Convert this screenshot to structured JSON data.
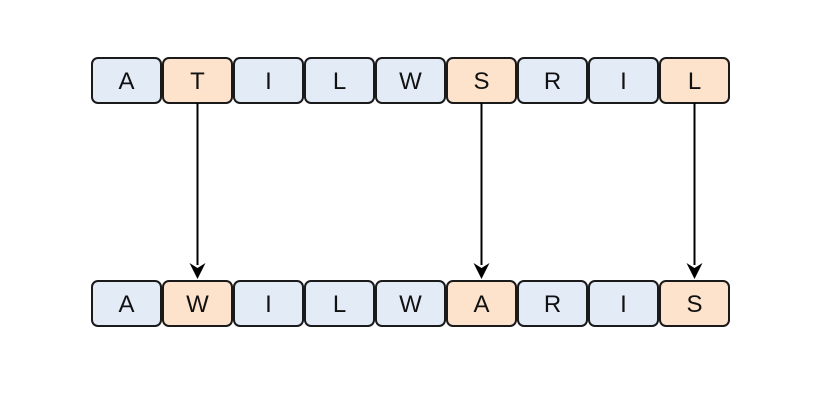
{
  "colors": {
    "unchanged_fill": "#e3ebf7",
    "changed_fill": "#fde3cc",
    "border": "#1a1a1a",
    "arrow": "#000000"
  },
  "top_row": {
    "cells": [
      {
        "letter": "A",
        "highlighted": false
      },
      {
        "letter": "T",
        "highlighted": true
      },
      {
        "letter": "I",
        "highlighted": false
      },
      {
        "letter": "L",
        "highlighted": false
      },
      {
        "letter": "W",
        "highlighted": false
      },
      {
        "letter": "S",
        "highlighted": true
      },
      {
        "letter": "R",
        "highlighted": false
      },
      {
        "letter": "I",
        "highlighted": false
      },
      {
        "letter": "L",
        "highlighted": true
      }
    ]
  },
  "bottom_row": {
    "cells": [
      {
        "letter": "A",
        "highlighted": false
      },
      {
        "letter": "W",
        "highlighted": true
      },
      {
        "letter": "I",
        "highlighted": false
      },
      {
        "letter": "L",
        "highlighted": false
      },
      {
        "letter": "W",
        "highlighted": false
      },
      {
        "letter": "A",
        "highlighted": true
      },
      {
        "letter": "R",
        "highlighted": false
      },
      {
        "letter": "I",
        "highlighted": false
      },
      {
        "letter": "S",
        "highlighted": true
      }
    ]
  },
  "arrows": [
    {
      "from_index": 1,
      "to_index": 1
    },
    {
      "from_index": 5,
      "to_index": 5
    },
    {
      "from_index": 8,
      "to_index": 8
    }
  ]
}
